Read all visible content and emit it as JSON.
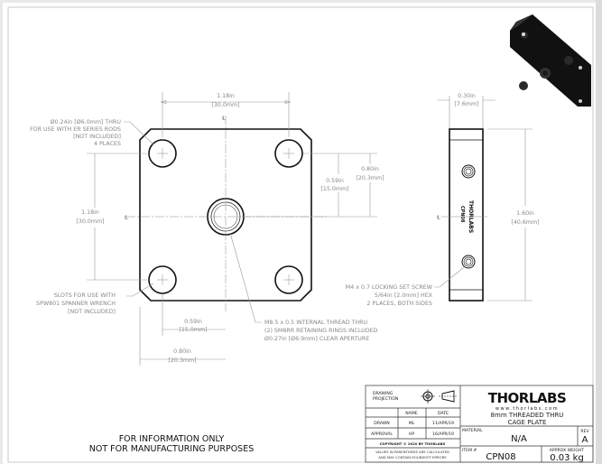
{
  "front_view": {
    "dim_top": [
      "1.18in",
      "[30.0mm]"
    ],
    "dim_left": [
      "1.18in",
      "[30.0mm]"
    ],
    "dim_right_outer": [
      "0.80in",
      "[20.3mm]"
    ],
    "dim_right_inner": [
      "0.59in",
      "[15.0mm]"
    ],
    "dim_bottom_inner": [
      "0.59in",
      "[15.0mm]"
    ],
    "dim_bottom_outer": [
      "0.80in",
      "[20.3mm]"
    ],
    "centerline_symbol": "℄",
    "note_holes": [
      "Ø0.24in [Ø6.0mm] THRU",
      "FOR USE WITH ER SERIES RODS",
      "[NOT INCLUDED]",
      "4 PLACES"
    ],
    "note_slots": [
      "SLOTS FOR USE WITH",
      "SPW801 SPANNER WRENCH",
      "[NOT INCLUDED]"
    ],
    "note_thread": [
      "M8.5 x 0.5 INTERNAL THREAD THRU",
      "(2) SM8RR RETAINING RINGS INCLUDED",
      "Ø0.27in [Ø6.9mm] CLEAR APERTURE"
    ]
  },
  "side_view": {
    "dim_top": [
      "0.30in",
      "[7.6mm]"
    ],
    "dim_right": [
      "1.60in",
      "[40.6mm]"
    ],
    "engraving": [
      "THORLABS",
      "CPN08"
    ],
    "note_screw": [
      "M4 x 0.7 LOCKING SET SCREW",
      "5/64in [2.0mm] HEX",
      "2 PLACES, BOTH SIDES"
    ]
  },
  "disclaimer": [
    "FOR INFORMATION ONLY",
    "NOT FOR MANUFACTURING PURPOSES"
  ],
  "title_block": {
    "projection_label": [
      "DRAWING",
      "PROJECTION"
    ],
    "name_header": "NAME",
    "date_header": "DATE",
    "drawn_label": "DRAWN",
    "drawn_name": "ML",
    "drawn_date": "11/APR/19",
    "approval_label": "APPROVAL",
    "approval_name": "HP",
    "approval_date": "16/APR/19",
    "copyright": "COPYRIGHT © 2020 BY THORLABS",
    "values_note": [
      "VALUES IN PARENTHESIS ARE CALCULATED",
      "AND MAY CONTAIN ROUNDOFF ERRORS"
    ],
    "logo": "THORLABS",
    "website": "www.thorlabs.com",
    "title": [
      "8mm THREADED THRU",
      "CAGE PLATE"
    ],
    "material_label": "MATERIAL",
    "material": "N/A",
    "rev_label": "REV",
    "rev": "A",
    "item_label": "ITEM #",
    "item": "CPN08",
    "weight_label": "APPROX WEIGHT",
    "weight": "0.03 kg"
  }
}
